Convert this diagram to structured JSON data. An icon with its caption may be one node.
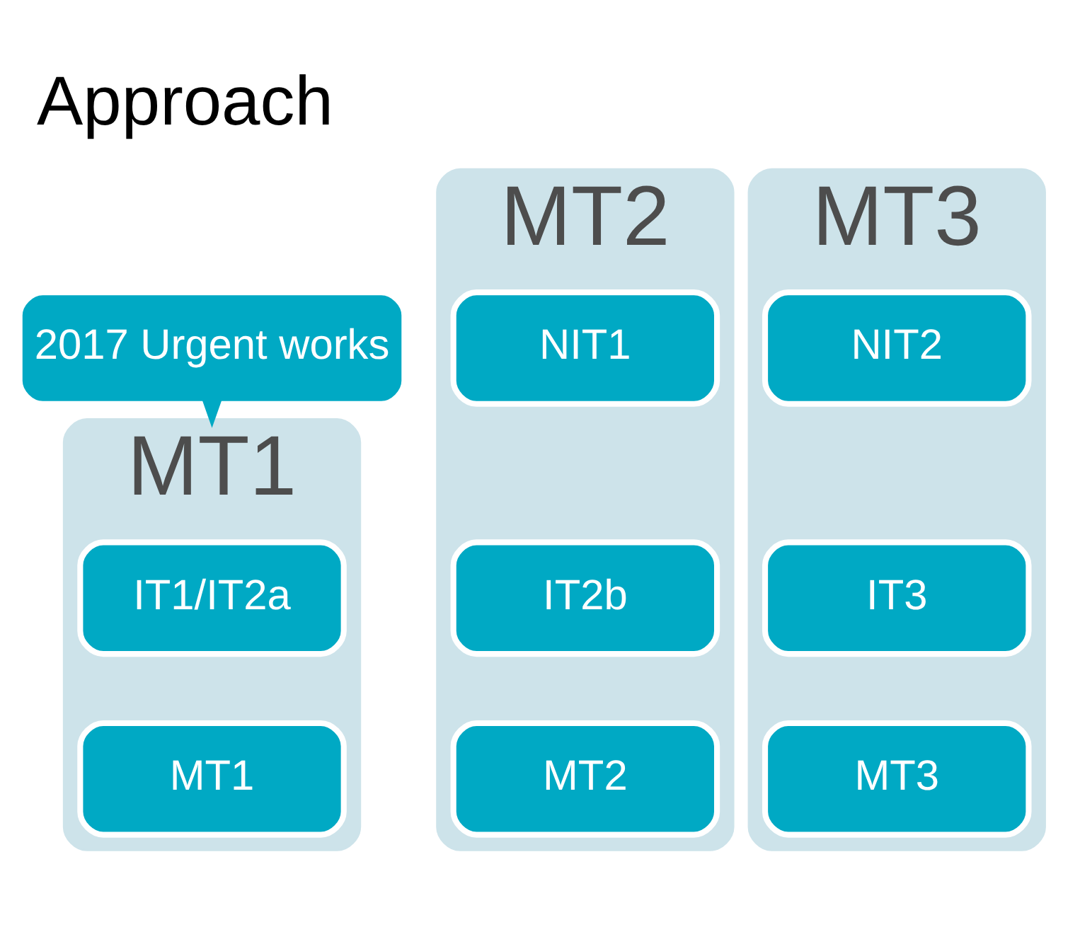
{
  "diagram": {
    "title": "Approach",
    "nodes": [
      {
        "text": [
          "2017 Urgent works"
        ]
      },
      {
        "text": [
          "MT2"
        ]
      },
      {
        "text": [
          "NIT1"
        ],
        "in": 1
      },
      {
        "text": [
          "IT2b"
        ],
        "in": 1
      },
      {
        "text": [
          "MT2"
        ],
        "in": 1
      },
      {
        "text": [
          "MT3"
        ]
      },
      {
        "text": [
          "NIT2"
        ],
        "in": 5
      },
      {
        "text": [
          "IT3"
        ],
        "in": 5
      },
      {
        "text": [
          "MT3"
        ],
        "in": 5
      },
      {
        "text": [
          "MT1"
        ]
      },
      {
        "text": [
          "IT1/IT2a"
        ],
        "in": 9
      },
      {
        "text": [
          "MT1"
        ],
        "in": 9
      }
    ],
    "edges": [
      {
        "from": 0,
        "to": 9,
        "arrow": "to"
      }
    ]
  }
}
